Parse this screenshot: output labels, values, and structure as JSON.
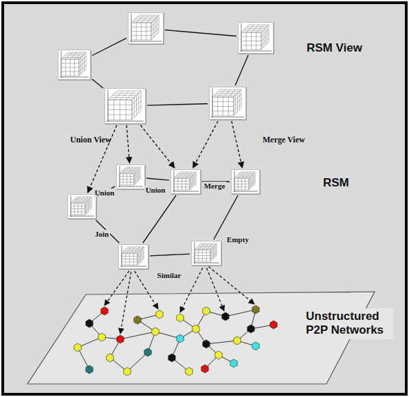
{
  "diagram": {
    "nodes": [
      {
        "text": []
      },
      {
        "text": []
      },
      {
        "text": []
      },
      {
        "text": []
      },
      {
        "text": []
      },
      {
        "text": []
      },
      {
        "text": []
      },
      {
        "text": []
      },
      {
        "text": []
      },
      {
        "text": []
      },
      {
        "text": []
      }
    ],
    "edges": [
      {
        "from": 0,
        "to": 1,
        "arrow": "none"
      },
      {
        "from": 0,
        "to": 2,
        "arrow": "none"
      },
      {
        "from": 2,
        "to": 3,
        "arrow": "none"
      },
      {
        "from": 3,
        "to": 4,
        "arrow": "none"
      },
      {
        "from": 1,
        "to": 4,
        "arrow": "none"
      },
      {
        "from": 3,
        "to": 8,
        "arrow": "to"
      },
      {
        "from": 3,
        "to": 5,
        "arrow": "to"
      },
      {
        "from": 3,
        "to": 6,
        "arrow": "to"
      },
      {
        "from": 4,
        "to": 6,
        "arrow": "to"
      },
      {
        "from": 4,
        "to": 7,
        "arrow": "to"
      },
      {
        "from": 8,
        "to": 5,
        "label": "Union",
        "arrow": "none"
      },
      {
        "from": 5,
        "to": 6,
        "label": "Union",
        "arrow": "none"
      },
      {
        "from": 6,
        "to": 7,
        "label": "Merge",
        "arrow": "none"
      },
      {
        "from": 8,
        "to": 9,
        "label": "Join",
        "arrow": "none"
      },
      {
        "from": 9,
        "to": 10,
        "label": "Similar",
        "arrow": "none"
      },
      {
        "from": 9,
        "to": 6,
        "arrow": "none"
      },
      {
        "from": 10,
        "to": 7,
        "label": "Empty",
        "arrow": "none"
      }
    ],
    "labels": [
      "RSM View",
      "Union View",
      "Merge View",
      "RSM",
      "Unstructured P2P Networks"
    ]
  }
}
